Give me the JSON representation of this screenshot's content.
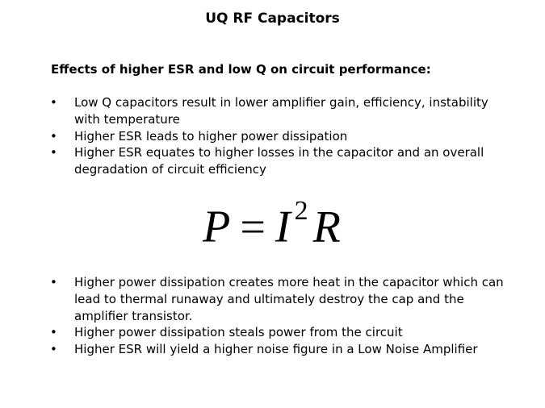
{
  "title": "UQ RF Capacitors",
  "subtitle": "Effects of higher ESR and low Q on circuit performance:",
  "bullet_glyph": "•",
  "bullets_top": [
    "Low Q capacitors result in lower amplifier gain, efficiency, instability with temperature",
    "Higher ESR leads to higher power dissipation",
    "Higher ESR equates to higher losses in the capacitor and an overall degradation of circuit efficiency"
  ],
  "formula": {
    "lhs": "P",
    "equals": "=",
    "base": "I",
    "exponent": "2",
    "rhs": "R"
  },
  "bullets_bottom": [
    "Higher power dissipation creates more heat in the capacitor which can lead to thermal runaway and ultimately destroy the cap and the amplifier transistor.",
    "Higher power dissipation steals power from the circuit",
    "Higher ESR will yield a higher noise figure in a Low Noise Amplifier"
  ]
}
